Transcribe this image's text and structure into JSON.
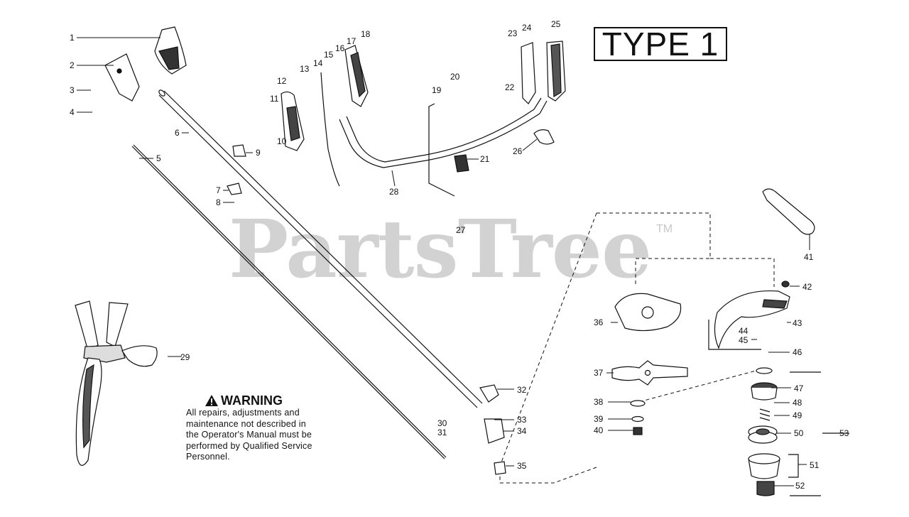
{
  "type_label": "TYPE 1",
  "watermark": {
    "text": "PartsTree",
    "tm": "TM"
  },
  "warning": {
    "title": "WARNING",
    "lines": [
      "All repairs, adjustments and",
      "maintenance not described in",
      "the Operator's Manual must be",
      "performed by Qualified Service",
      "Personnel."
    ]
  },
  "callouts": {
    "c1": "1",
    "c2": "2",
    "c3": "3",
    "c4": "4",
    "c5": "5",
    "c6": "6",
    "c7": "7",
    "c8": "8",
    "c9": "9",
    "c10": "10",
    "c11": "11",
    "c12": "12",
    "c13": "13",
    "c14": "14",
    "c15": "15",
    "c16": "16",
    "c17": "17",
    "c18": "18",
    "c19": "19",
    "c20": "20",
    "c21": "21",
    "c22": "22",
    "c23": "23",
    "c24": "24",
    "c25": "25",
    "c26": "26",
    "c27": "27",
    "c28": "28",
    "c29": "29",
    "c30": "30",
    "c31": "31",
    "c32": "32",
    "c33": "33",
    "c34": "34",
    "c35": "35",
    "c36": "36",
    "c37": "37",
    "c38": "38",
    "c39": "39",
    "c40": "40",
    "c41": "41",
    "c42": "42",
    "c43": "43",
    "c44": "44",
    "c45": "45",
    "c46": "46",
    "c47": "47",
    "c48": "48",
    "c49": "49",
    "c50": "50",
    "c51": "51",
    "c52": "52",
    "c53": "53"
  }
}
